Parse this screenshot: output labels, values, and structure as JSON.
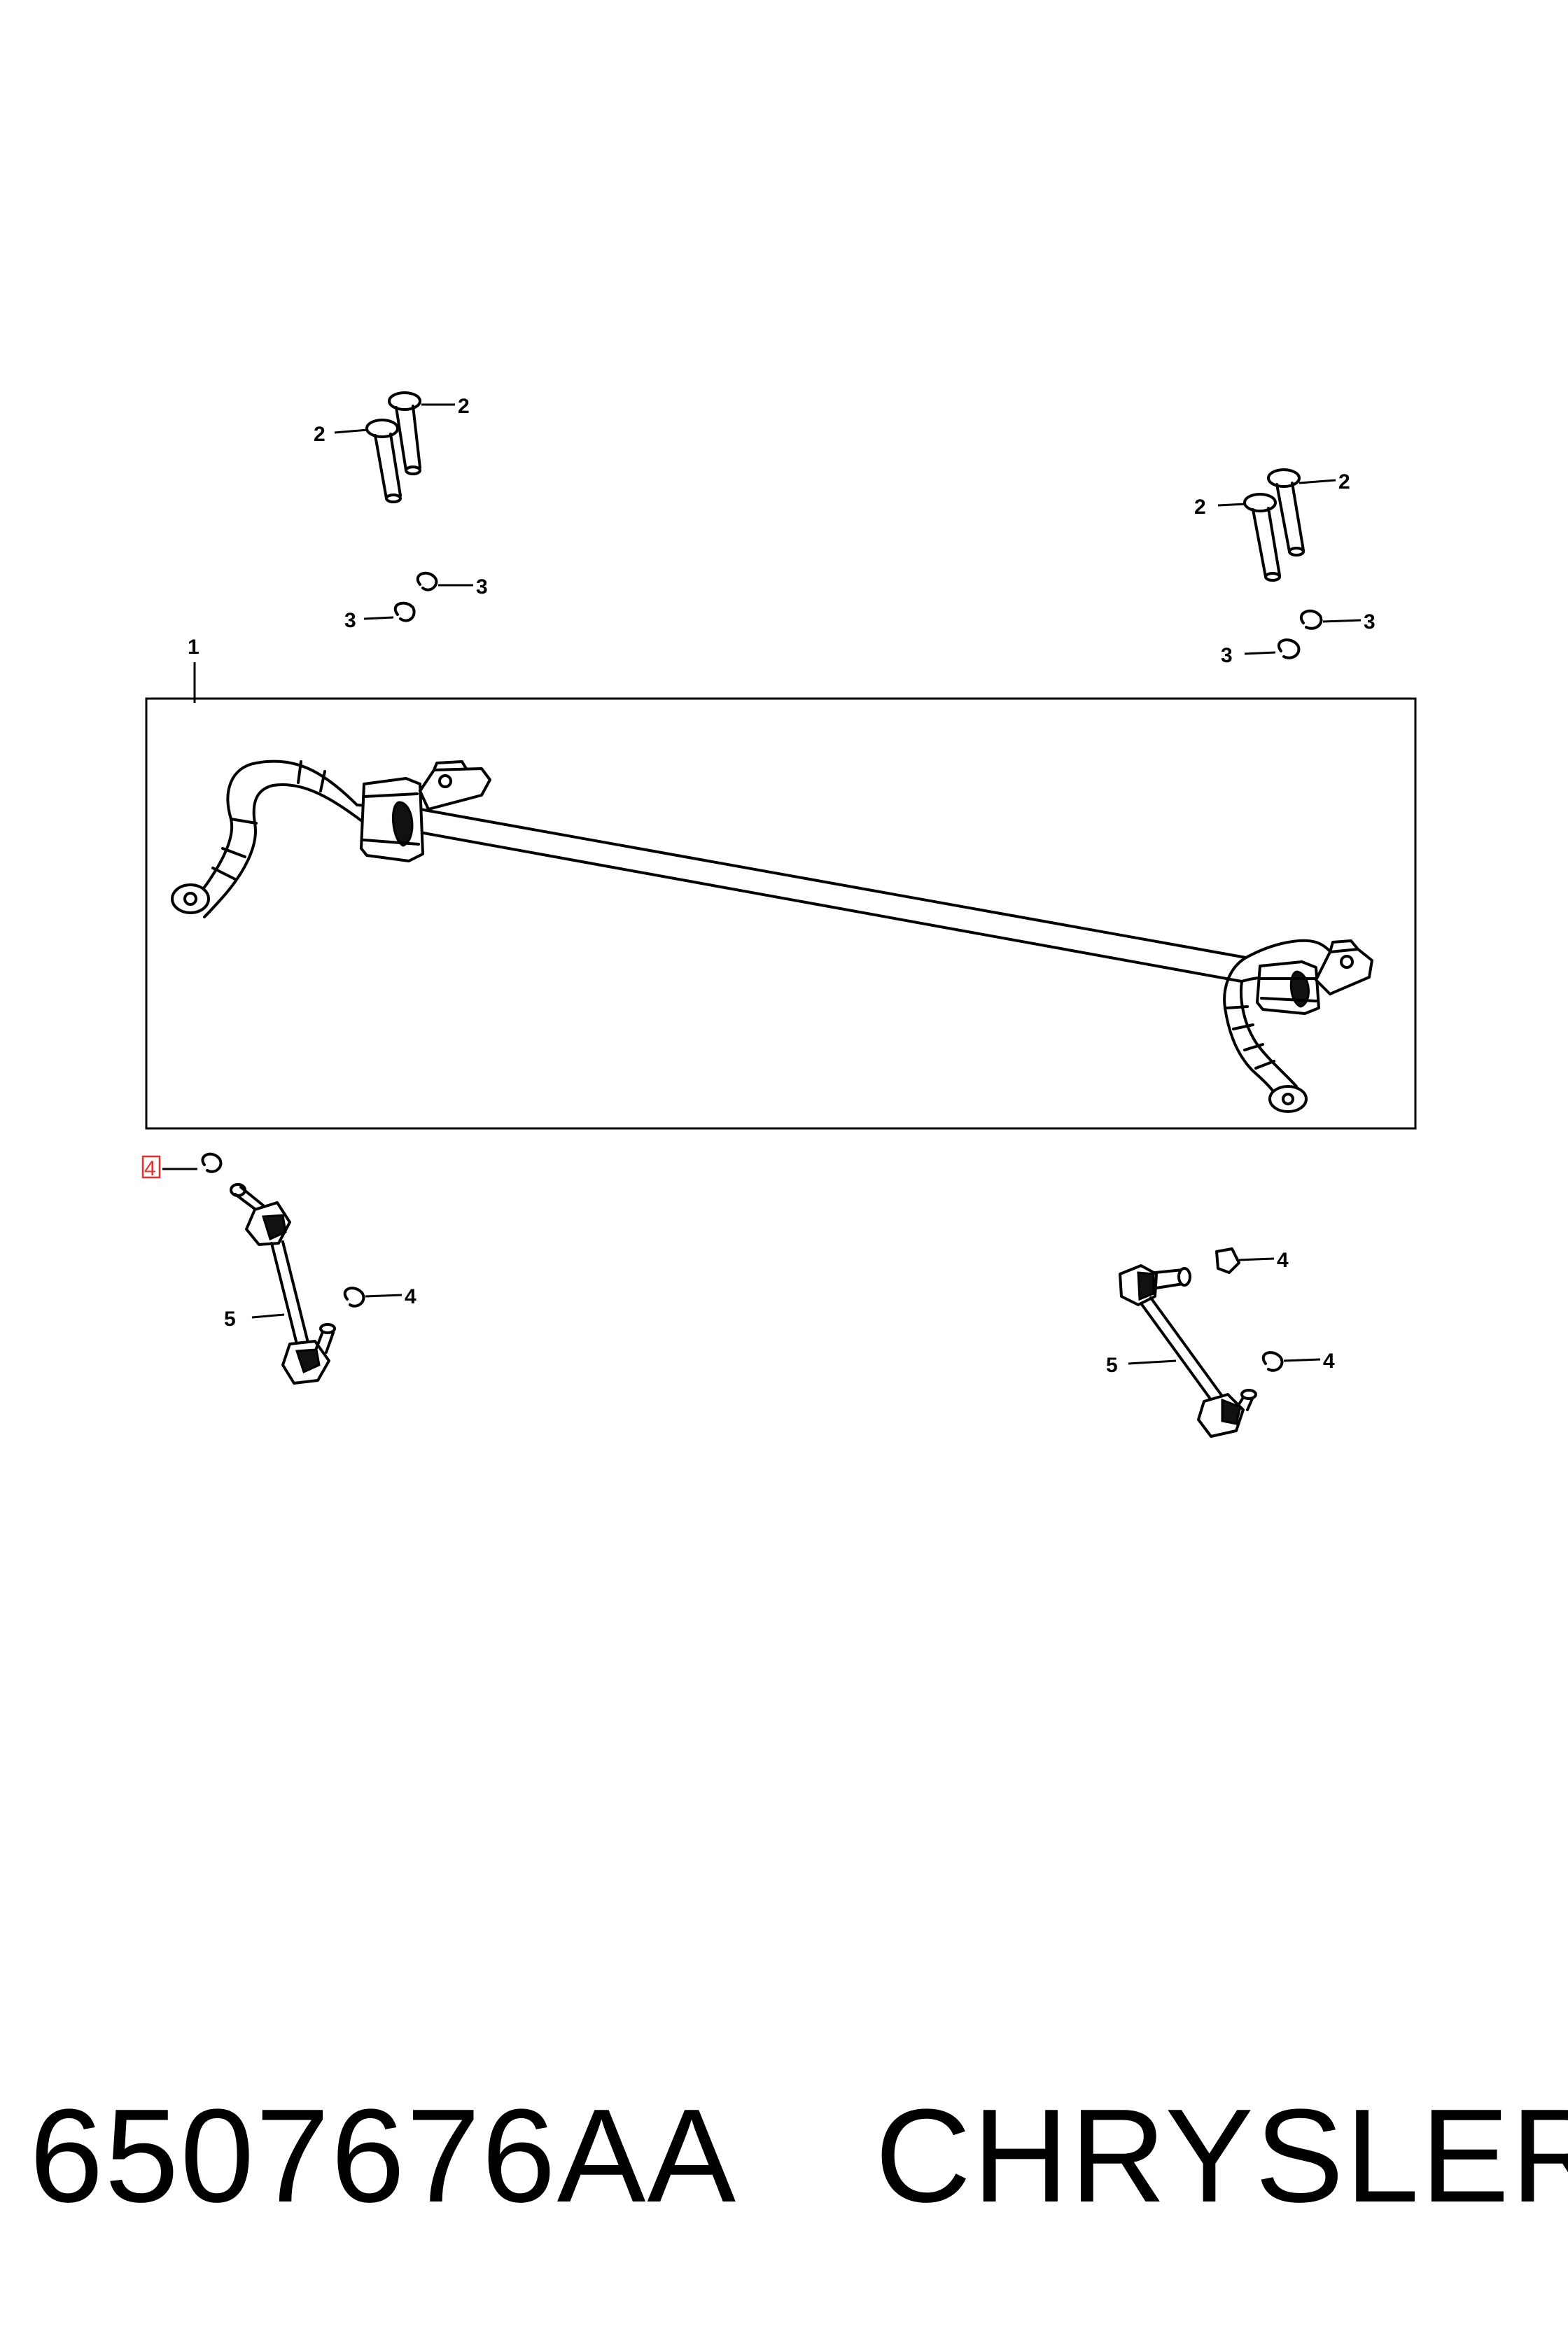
{
  "diagram": {
    "callouts": {
      "c1": "1",
      "c2a": "2",
      "c2b": "2",
      "c2c": "2",
      "c2d": "2",
      "c3a": "3",
      "c3b": "3",
      "c3c": "3",
      "c3d": "3",
      "c4a": "4",
      "c4b": "4",
      "c4c": "4",
      "c4d": "4",
      "c5a": "5",
      "c5b": "5"
    }
  },
  "footer": {
    "part_number": "6507676AA",
    "brand": "CHRYSLER"
  }
}
